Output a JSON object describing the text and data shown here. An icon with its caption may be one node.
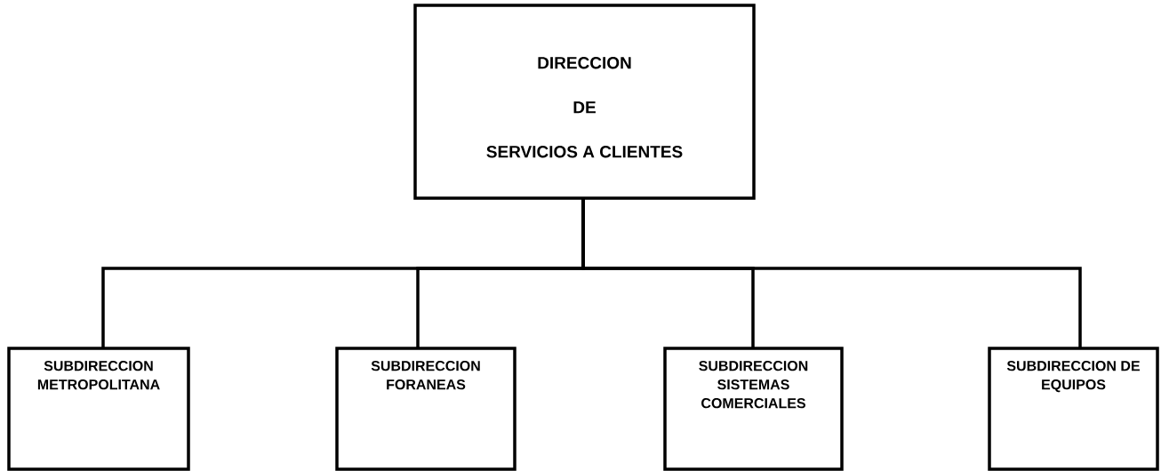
{
  "diagram": {
    "nodes": [
      {
        "text": [
          "DIRECCION",
          "DE",
          "SERVICIOS A CLIENTES"
        ]
      },
      {
        "text": [
          "SUBDIRECCION METROPOLITANA"
        ]
      },
      {
        "text": [
          "SUBDIRECCION FORANEAS"
        ]
      },
      {
        "text": [
          "SUBDIRECCION SISTEMAS COMERCIALES"
        ]
      },
      {
        "text": [
          "SUBDIRECCION DE EQUIPOS"
        ]
      }
    ],
    "edges": [
      {
        "from": 0,
        "to": 1,
        "arrow": "none"
      },
      {
        "from": 0,
        "to": 2,
        "arrow": "none"
      },
      {
        "from": 0,
        "to": 3,
        "arrow": "none"
      },
      {
        "from": 0,
        "to": 4,
        "arrow": "none"
      }
    ]
  }
}
